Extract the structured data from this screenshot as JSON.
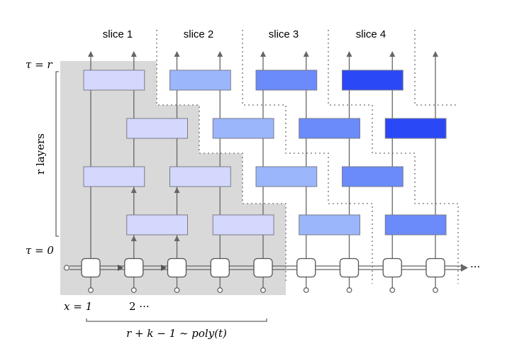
{
  "labels": {
    "slices": [
      "slice 1",
      "slice 2",
      "slice 3",
      "slice 4"
    ],
    "tau_top": "τ = r",
    "tau_bottom": "τ = 0",
    "layers": "r layers",
    "x_first": "x = 1",
    "x_second": "2  ···",
    "width_expr": "r + k − 1 ∼ poly(t)",
    "ellipsis": "···"
  },
  "colors": {
    "shade": "#d9d9d9",
    "wire": "#666666",
    "gate_stroke": "#7a7a8a",
    "gate_fills": [
      "#d4d8fc",
      "#9bb6fb",
      "#6a8bf9",
      "#2a48f5"
    ]
  },
  "structure": {
    "qubit_count": 9,
    "gate_rows": [
      {
        "starts": [
          0,
          2,
          4,
          6
        ],
        "shades": [
          0,
          1,
          2,
          3
        ]
      },
      {
        "starts": [
          1,
          3,
          5,
          7
        ],
        "shades": [
          0,
          1,
          2,
          3
        ]
      },
      {
        "starts": [
          0,
          2,
          4,
          6
        ],
        "shades": [
          0,
          0,
          1,
          2
        ]
      },
      {
        "starts": [
          1,
          3,
          5,
          7
        ],
        "shades": [
          0,
          0,
          1,
          2
        ]
      }
    ]
  }
}
